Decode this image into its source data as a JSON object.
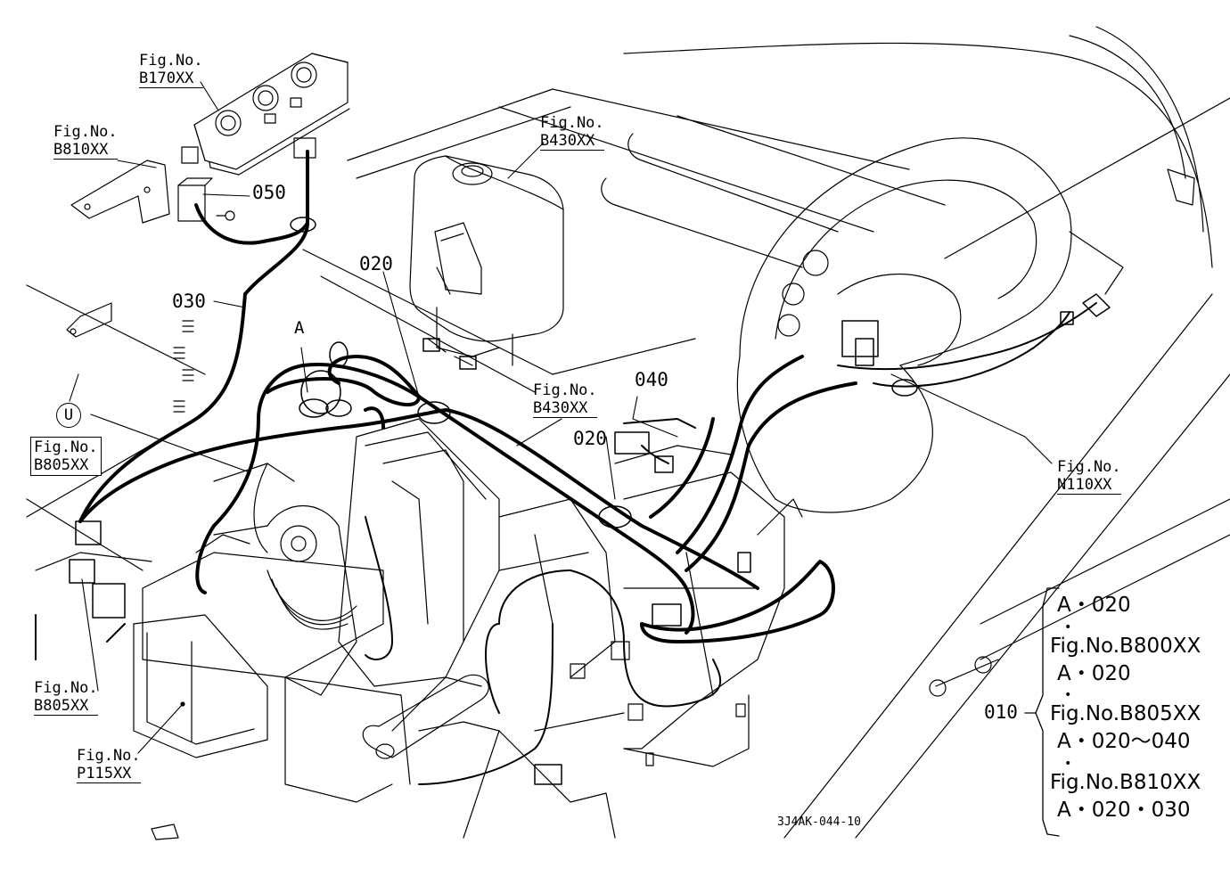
{
  "figure_refs": {
    "b170": {
      "line1": "Fig.No.",
      "line2": "B170XX"
    },
    "b810": {
      "line1": "Fig.No.",
      "line2": "B810XX"
    },
    "b430_top": {
      "line1": "Fig.No.",
      "line2": "B430XX"
    },
    "b430_mid": {
      "line1": "Fig.No.",
      "line2": "B430XX"
    },
    "b805_top": {
      "line1": "Fig.No.",
      "line2": "B805XX"
    },
    "b805_bottom": {
      "line1": "Fig.No.",
      "line2": "B805XX"
    },
    "p115": {
      "line1": "Fig.No.",
      "line2": "P115XX"
    },
    "n110": {
      "line1": "Fig.No.",
      "line2": "N110XX"
    }
  },
  "part_numbers": {
    "p050": "050",
    "p030": "030",
    "p020_top": "020",
    "p020_mid": "020",
    "p040": "040",
    "p010": "010"
  },
  "markers": {
    "a": "A",
    "u": "U"
  },
  "legend": {
    "line1": "A・020",
    "line2": "Fig.No.B800XX",
    "line3": "A・020",
    "line4": "Fig.No.B805XX",
    "line5": "A・020～040",
    "line6": "Fig.No.B810XX",
    "line7": "A・020・030"
  },
  "drawing_code": "3J4AK-044-10",
  "colors": {
    "ink": "#000000",
    "paper": "#ffffff"
  }
}
